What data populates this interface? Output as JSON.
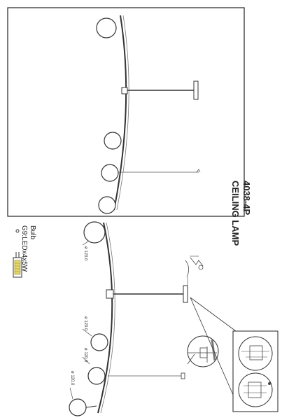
{
  "product": {
    "model": "4038-4P",
    "name": "CEILING LAMP"
  },
  "bulb": {
    "label": "Bulb",
    "spec": "G9:LEDx4x5W"
  },
  "dimensions": {
    "d1": "ø 120.0",
    "d2": "ø 120.0",
    "d3": "ø 120.0",
    "d4": "ø 120.0"
  },
  "icons": [
    "bulb-icon",
    "lamp-drawing",
    "detail-callout"
  ]
}
